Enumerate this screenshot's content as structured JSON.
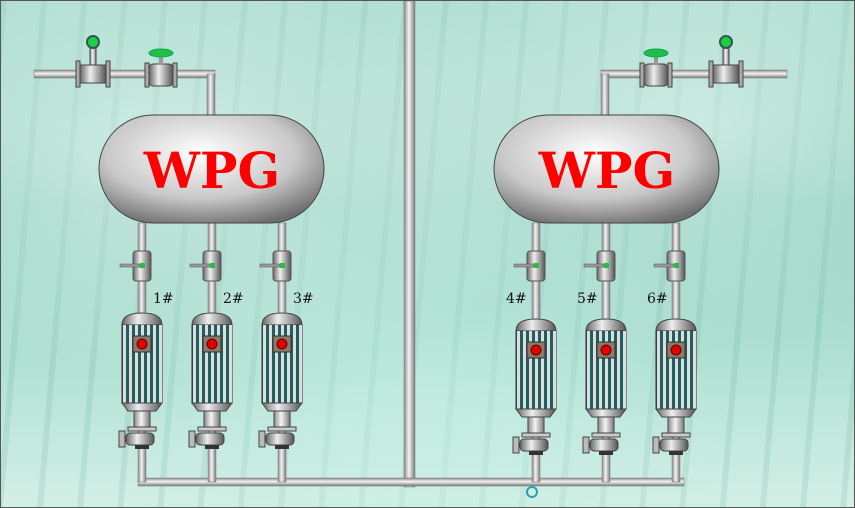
{
  "tanks": [
    {
      "label": "WPG"
    },
    {
      "label": "WPG"
    }
  ],
  "pumps": [
    {
      "label": "1#",
      "status_color": "#e00000"
    },
    {
      "label": "2#",
      "status_color": "#e00000"
    },
    {
      "label": "3#",
      "status_color": "#e00000"
    },
    {
      "label": "4#",
      "status_color": "#e00000"
    },
    {
      "label": "5#",
      "status_color": "#e00000"
    },
    {
      "label": "6#",
      "status_color": "#e00000"
    }
  ],
  "colors": {
    "pipe": "#c8c8c8",
    "valve_handle": "#22c040",
    "motor_fin": "#1f5f5f",
    "tank_text": "#ff0000"
  }
}
